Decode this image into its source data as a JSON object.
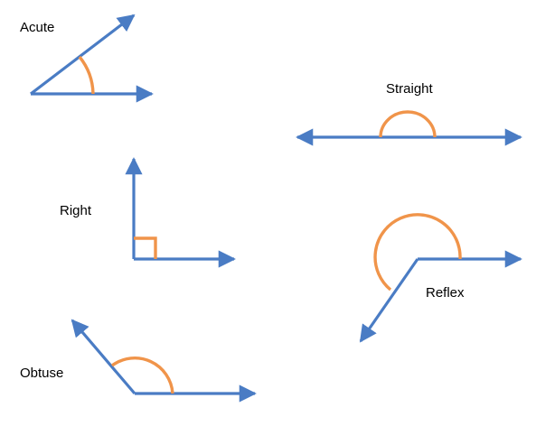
{
  "colors": {
    "ray": "#4a7cc4",
    "arc": "#f0944a",
    "text": "#000000",
    "background": "#ffffff"
  },
  "angles": [
    {
      "id": "acute",
      "label": "Acute"
    },
    {
      "id": "straight",
      "label": "Straight"
    },
    {
      "id": "right",
      "label": "Right"
    },
    {
      "id": "reflex",
      "label": "Reflex"
    },
    {
      "id": "obtuse",
      "label": "Obtuse"
    }
  ]
}
